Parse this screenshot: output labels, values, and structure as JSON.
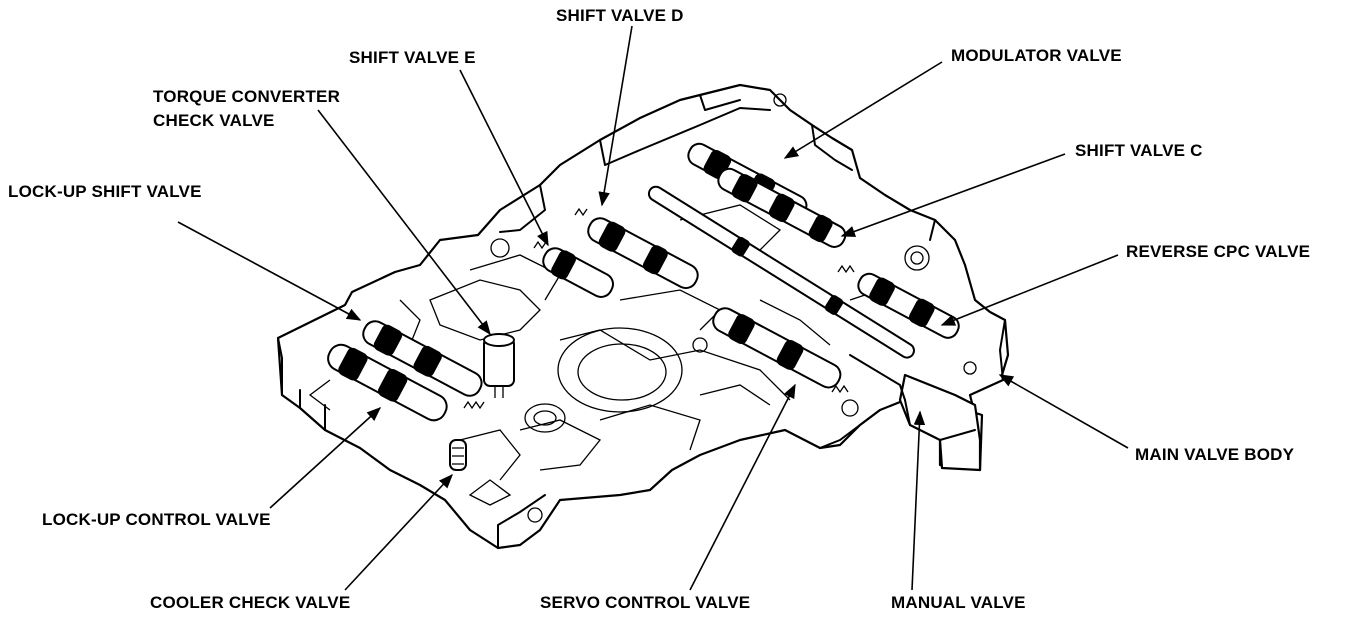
{
  "labels": {
    "shift_valve_d": "SHIFT VALVE D",
    "shift_valve_e": "SHIFT VALVE E",
    "modulator_valve": "MODULATOR VALVE",
    "torque_converter_check_valve_line1": "TORQUE CONVERTER",
    "torque_converter_check_valve_line2": "CHECK VALVE",
    "shift_valve_c": "SHIFT VALVE C",
    "lock_up_shift_valve": "LOCK-UP SHIFT VALVE",
    "reverse_cpc_valve": "REVERSE CPC VALVE",
    "main_valve_body": "MAIN VALVE BODY",
    "lock_up_control_valve": "LOCK-UP CONTROL VALVE",
    "cooler_check_valve": "COOLER CHECK VALVE",
    "servo_control_valve": "SERVO CONTROL VALVE",
    "manual_valve": "MANUAL VALVE"
  },
  "colors": {
    "ink": "#000000",
    "paper": "#ffffff"
  }
}
